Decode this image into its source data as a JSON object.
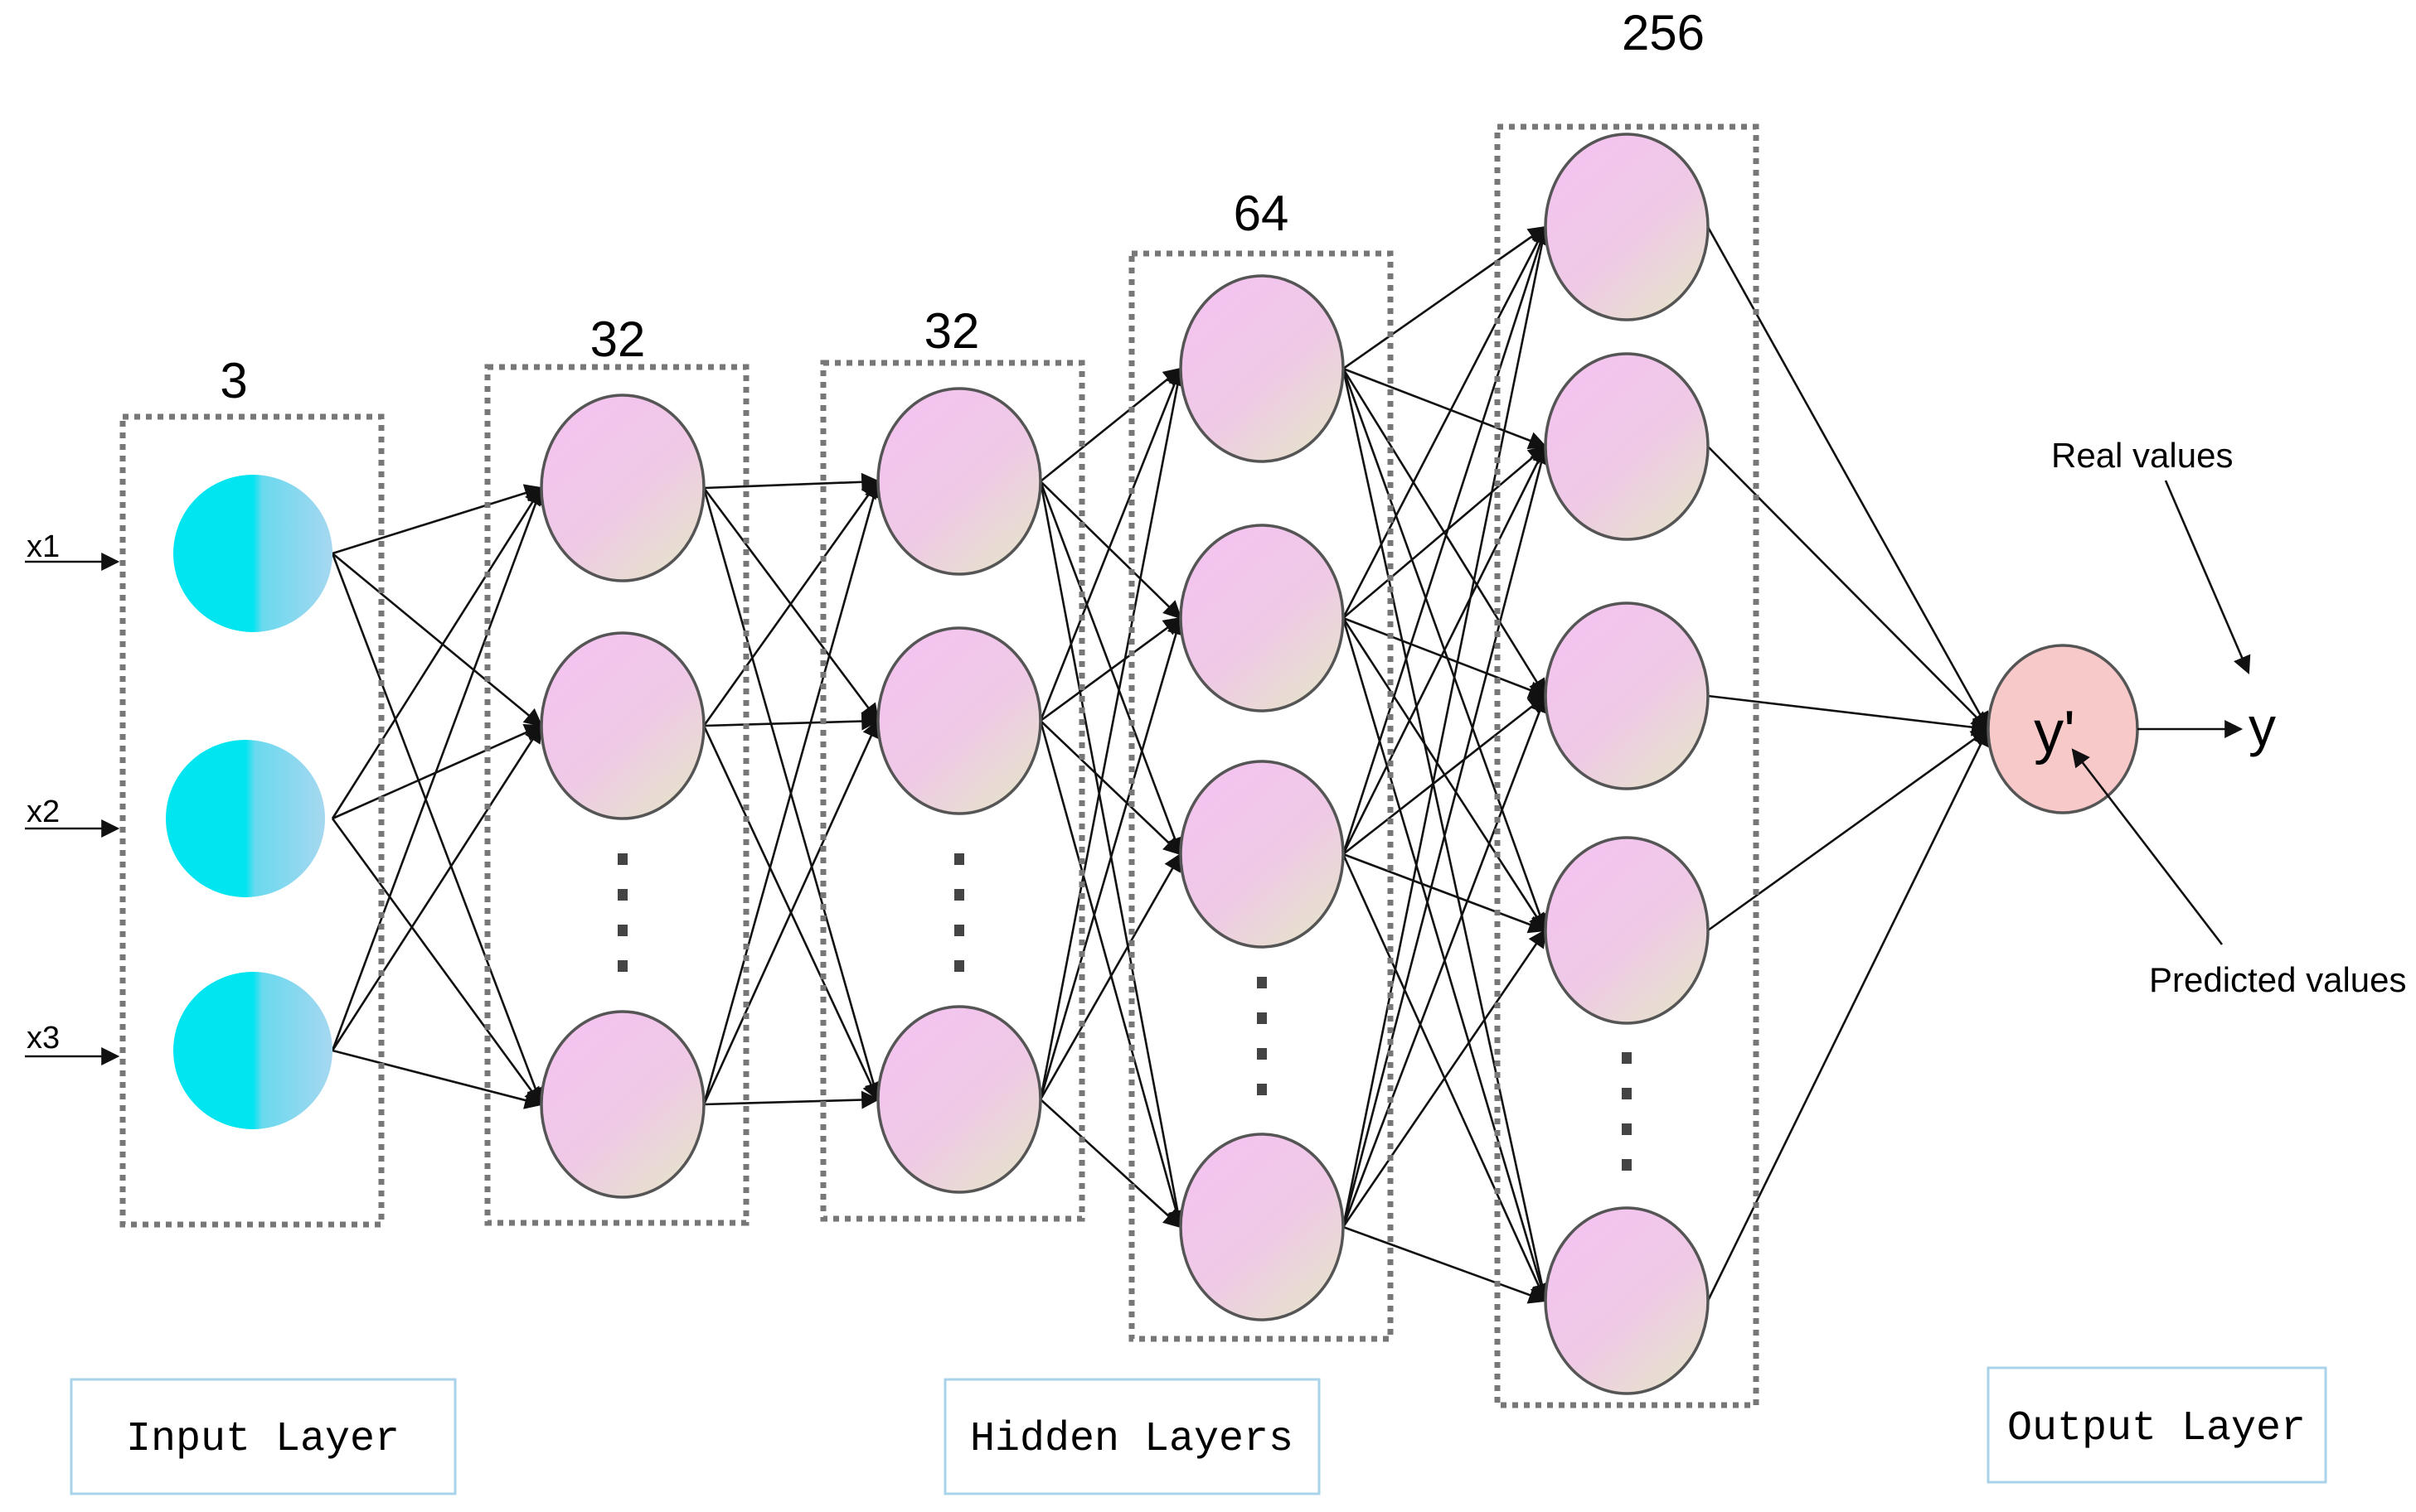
{
  "layers": [
    {
      "id": "input",
      "size_label": "3"
    },
    {
      "id": "hidden-1",
      "size_label": "32"
    },
    {
      "id": "hidden-2",
      "size_label": "32"
    },
    {
      "id": "hidden-3",
      "size_label": "64"
    },
    {
      "id": "hidden-4",
      "size_label": "256"
    }
  ],
  "inputs": [
    "x1",
    "x2",
    "x3"
  ],
  "output": {
    "node_label": "y'",
    "target_label": "y"
  },
  "annotations": {
    "real_values": "Real values",
    "predicted_values": "Predicted values"
  },
  "legend": {
    "input": "Input Layer",
    "hidden": "Hidden Layers",
    "output": "Output Layer"
  },
  "colors": {
    "input_node": "#00e5f0",
    "input_node_shade": "#a6d8f0",
    "hidden_node_top": "#f4c4f0",
    "hidden_node_bottom": "#e6e2cc",
    "output_node": "#f8c9c9",
    "box_border": "#777777",
    "legend_border": "#a9d3ea"
  }
}
